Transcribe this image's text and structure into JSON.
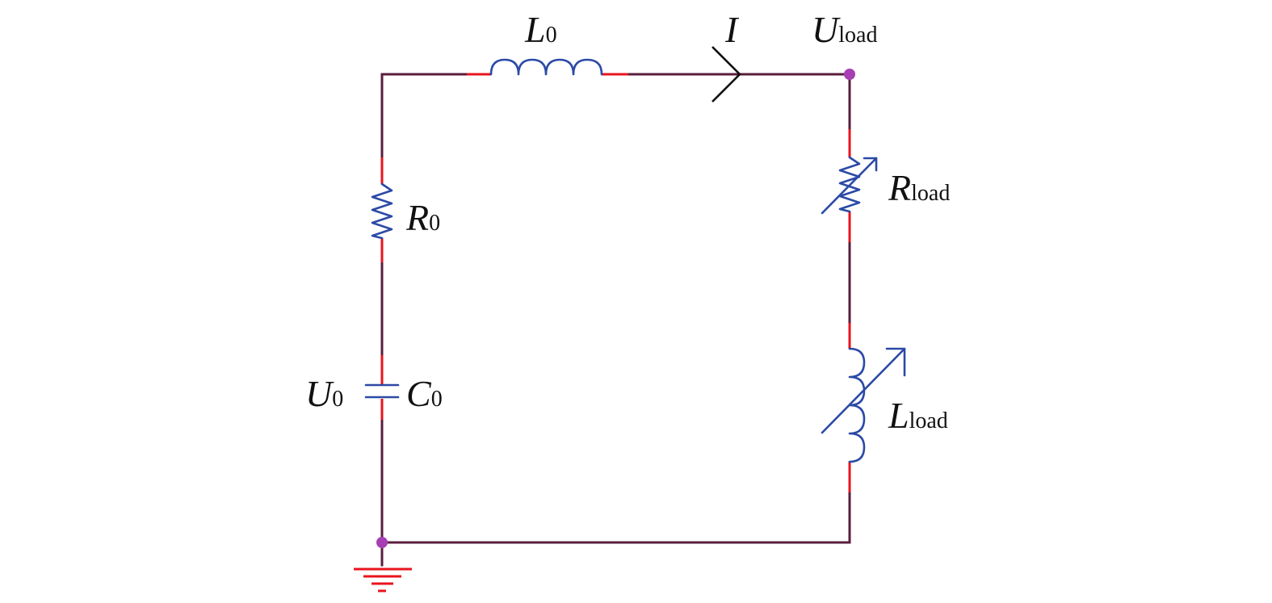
{
  "labels": {
    "l0": {
      "main": "L",
      "sub": "0"
    },
    "current": {
      "main": "I"
    },
    "u_load": {
      "main": "U",
      "sub": "load"
    },
    "r_load": {
      "main": "R",
      "sub": "load"
    },
    "r0": {
      "main": "R",
      "sub": "0"
    },
    "u0": {
      "main": "U",
      "sub": "0"
    },
    "c0": {
      "main": "C",
      "sub": "0"
    },
    "l_load": {
      "main": "L",
      "sub": "load"
    }
  },
  "colors": {
    "wire": "#5a1e3c",
    "lead": "#e8141e",
    "component": "#2b4aa6",
    "node": "#a63fb4",
    "ground": "#e8141e",
    "text": "#111111"
  },
  "icons": [
    "inductor-icon",
    "resistor-icon",
    "variable-resistor-icon",
    "capacitor-icon",
    "variable-inductor-icon",
    "ground-icon",
    "current-arrow-icon"
  ]
}
